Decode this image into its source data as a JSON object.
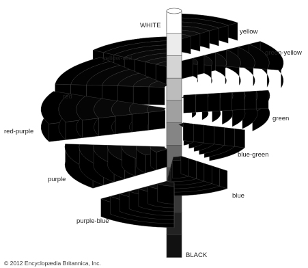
{
  "diagram": {
    "axis_top_label": "WHITE",
    "axis_bottom_label": "BLACK",
    "hues": [
      {
        "label": "yellow",
        "color": "#f5e21c"
      },
      {
        "label": "green-yellow",
        "color": "#8dc63f"
      },
      {
        "label": "green",
        "color": "#2ea84a"
      },
      {
        "label": "blue-green",
        "color": "#00a99d"
      },
      {
        "label": "blue",
        "color": "#1ea0e6"
      },
      {
        "label": "purple-blue",
        "color": "#2b4c9b"
      },
      {
        "label": "purple",
        "color": "#7b3f98"
      },
      {
        "label": "red-purple",
        "color": "#d81b60"
      },
      {
        "label": "red",
        "color": "#e31e24"
      },
      {
        "label": "yellow-red",
        "color": "#f7a023"
      }
    ],
    "axis_colors": [
      "#ffffff",
      "#ececec",
      "#d4d4d4",
      "#bcbcbc",
      "#a0a0a0",
      "#858585",
      "#6a6a6a",
      "#4f4f4f",
      "#383838",
      "#222222",
      "#111111"
    ]
  },
  "credit": "© 2012 Encyclopædia Britannica, Inc."
}
